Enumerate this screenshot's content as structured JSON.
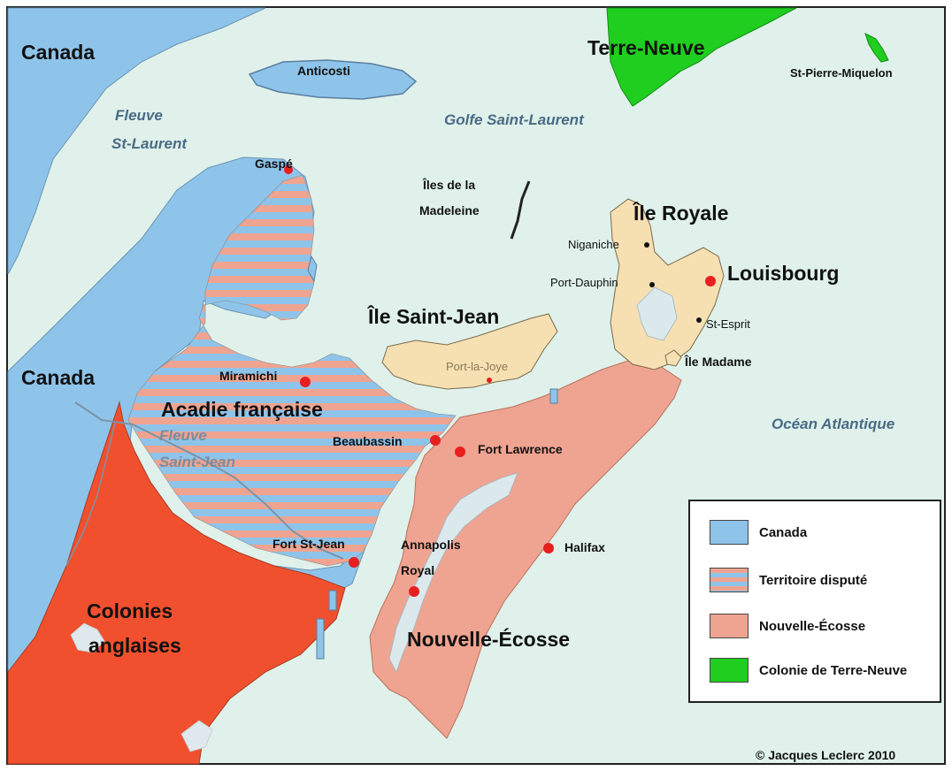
{
  "colors": {
    "sea": "#dff1ea",
    "canada": "#8ec4ea",
    "disputed_a": "#8ec4ea",
    "disputed_b": "#efa491",
    "nova_scotia": "#efa491",
    "english": "#f1502e",
    "newfoundland": "#1fce1f",
    "ile_royale": "#f6dfb1",
    "lake": "#dbe8ec",
    "city": "#e81f1f"
  },
  "labels": {
    "canada_top": "Canada",
    "canada_mid": "Canada",
    "anticosti": "Anticosti",
    "terre_neuve": "Terre-Neuve",
    "st_pierre": "St-Pierre-Miquelon",
    "fleuve_stl_1": "Fleuve",
    "fleuve_stl_2": "St-Laurent",
    "golfe": "Golfe Saint-Laurent",
    "gaspe": "Gaspé",
    "iles_madeleine_1": "Îles de la",
    "iles_madeleine_2": "Madeleine",
    "ile_royale": "Île Royale",
    "niganiche": "Niganiche",
    "port_dauphin": "Port-Dauphin",
    "louisbourg": "Louisbourg",
    "st_esprit": "St-Esprit",
    "ile_madame": "Île Madame",
    "ile_saint_jean": "Île Saint-Jean",
    "port_la_joye": "Port-la-Joye",
    "miramichi": "Miramichi",
    "acadie": "Acadie française",
    "fleuve_sj_1": "Fleuve",
    "fleuve_sj_2": "Saint-Jean",
    "beaubassin": "Beaubassin",
    "fort_lawrence": "Fort Lawrence",
    "ocean": "Océan Atlantique",
    "fort_st_jean": "Fort St-Jean",
    "annapolis_1": "Annapolis",
    "annapolis_2": "Royal",
    "halifax": "Halifax",
    "colonies_1": "Colonies",
    "colonies_2": "anglaises",
    "nouvelle_ecosse": "Nouvelle-Écosse"
  },
  "legend": {
    "items": [
      {
        "label": "Canada"
      },
      {
        "label": "Territoire disputé"
      },
      {
        "label": "Nouvelle-Écosse"
      },
      {
        "label": "Colonie de Terre-Neuve"
      }
    ]
  },
  "credit": "© Jacques Leclerc 2010"
}
